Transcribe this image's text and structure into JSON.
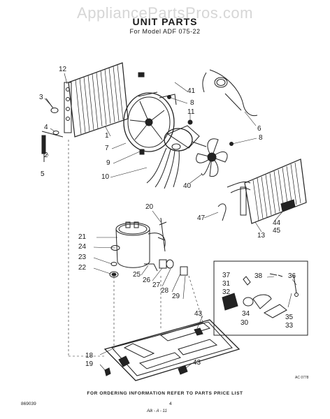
{
  "watermark": "AppliancePartsPros.com",
  "title": "UNIT PARTS",
  "subtitle": "For Model ADF 075-22",
  "footer_note": "FOR ORDERING INFORMATION REFER TO PARTS PRICE LIST",
  "document_number": "869039",
  "page_number": "4",
  "handwritten_mark": "Alk - A - 11",
  "art_code": "AC 0778",
  "callouts": [
    "12",
    "3",
    "4",
    "2",
    "5",
    "1",
    "7",
    "9",
    "10",
    "41",
    "8",
    "11",
    "6",
    "8",
    "40",
    "13",
    "44",
    "45",
    "47",
    "20",
    "21",
    "24",
    "23",
    "22",
    "25",
    "26",
    "27",
    "28",
    "29",
    "37",
    "31",
    "32",
    "34",
    "30",
    "38",
    "36",
    "35",
    "33",
    "43",
    "18",
    "19",
    "43"
  ]
}
